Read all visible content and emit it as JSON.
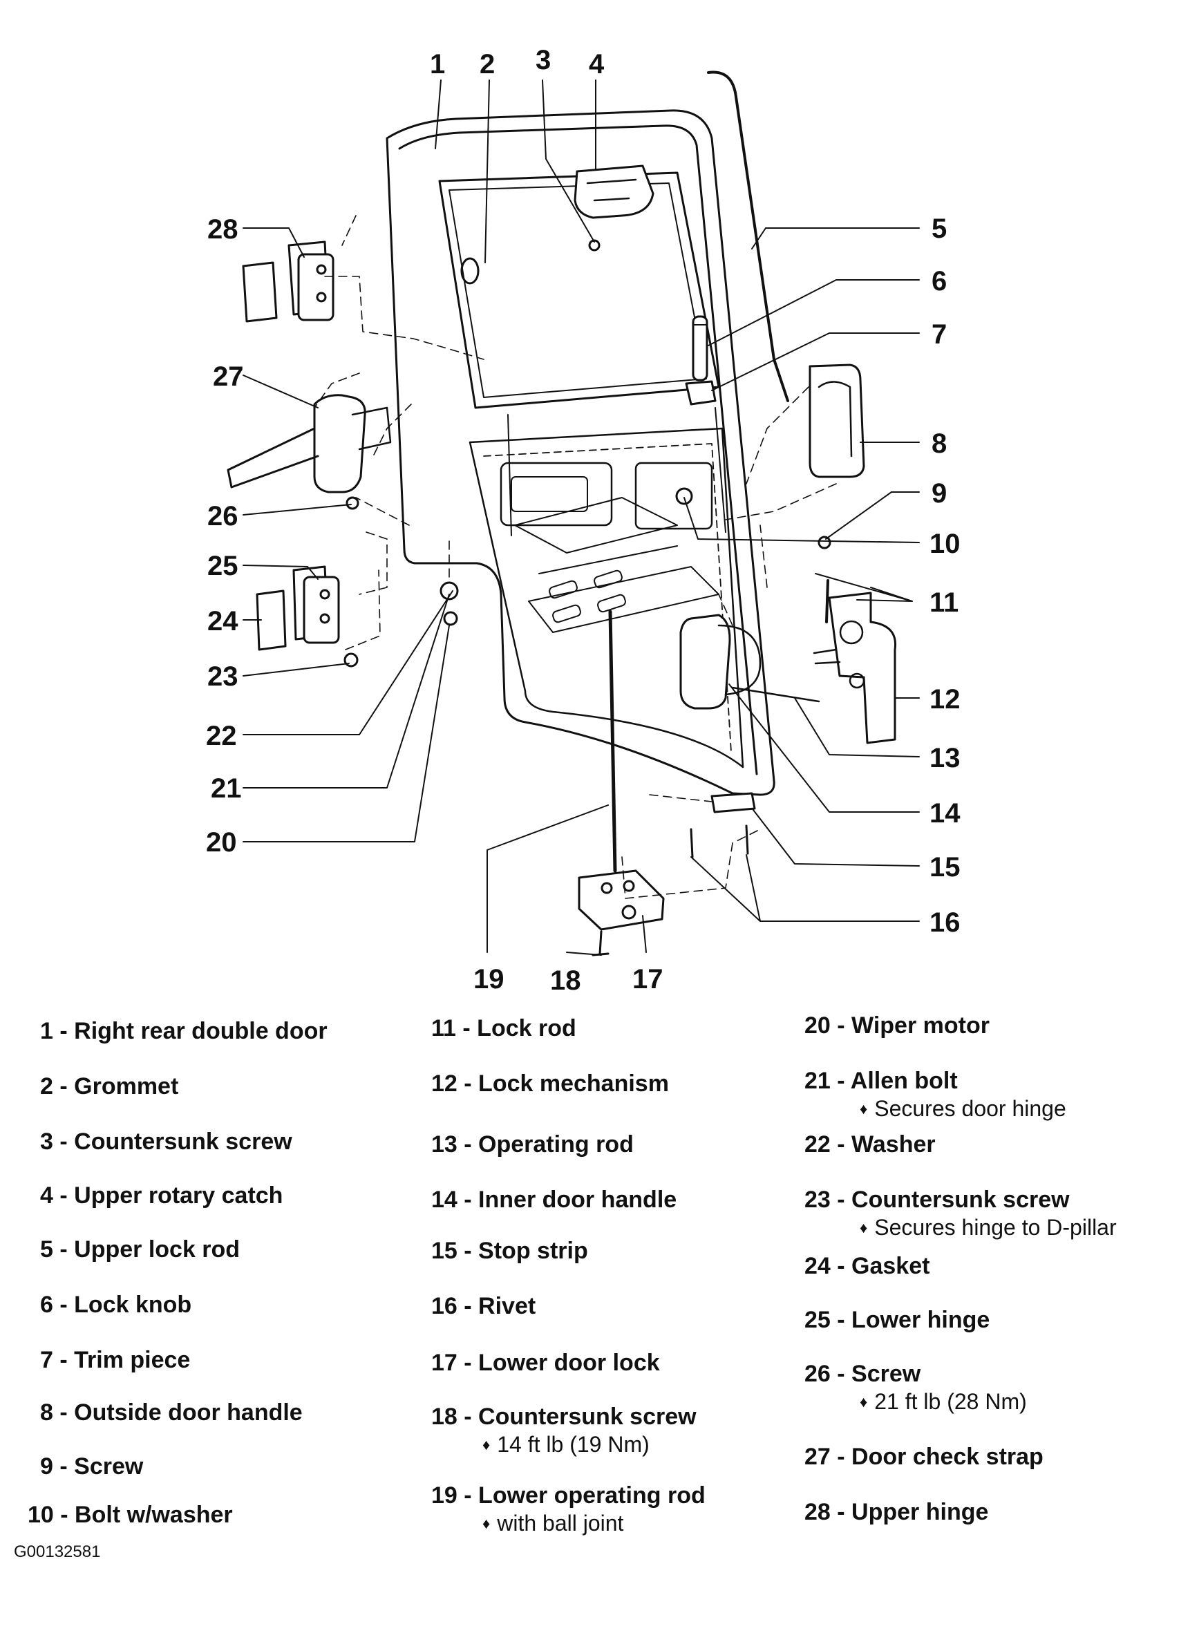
{
  "figure_id": "G00132581",
  "callouts": [
    "1",
    "2",
    "3",
    "4",
    "5",
    "6",
    "7",
    "8",
    "9",
    "10",
    "11",
    "12",
    "13",
    "14",
    "15",
    "16",
    "17",
    "18",
    "19",
    "20",
    "21",
    "22",
    "23",
    "24",
    "25",
    "26",
    "27",
    "28"
  ],
  "legend": [
    {
      "num": "1",
      "name": "Right rear double door"
    },
    {
      "num": "2",
      "name": "Grommet"
    },
    {
      "num": "3",
      "name": "Countersunk screw"
    },
    {
      "num": "4",
      "name": "Upper rotary catch"
    },
    {
      "num": "5",
      "name": "Upper lock rod"
    },
    {
      "num": "6",
      "name": "Lock knob"
    },
    {
      "num": "7",
      "name": "Trim piece"
    },
    {
      "num": "8",
      "name": "Outside door handle"
    },
    {
      "num": "9",
      "name": "Screw"
    },
    {
      "num": "10",
      "name": "Bolt w/washer"
    },
    {
      "num": "11",
      "name": "Lock rod"
    },
    {
      "num": "12",
      "name": "Lock mechanism"
    },
    {
      "num": "13",
      "name": "Operating rod"
    },
    {
      "num": "14",
      "name": "Inner door handle"
    },
    {
      "num": "15",
      "name": "Stop strip"
    },
    {
      "num": "16",
      "name": "Rivet"
    },
    {
      "num": "17",
      "name": "Lower door lock"
    },
    {
      "num": "18",
      "name": "Countersunk screw",
      "note": "14 ft lb (19 Nm)"
    },
    {
      "num": "19",
      "name": "Lower operating rod",
      "note": "with ball joint"
    },
    {
      "num": "20",
      "name": "Wiper motor"
    },
    {
      "num": "21",
      "name": "Allen bolt",
      "note": "Secures door hinge"
    },
    {
      "num": "22",
      "name": "Washer"
    },
    {
      "num": "23",
      "name": "Countersunk screw",
      "note": "Secures hinge to D-pillar"
    },
    {
      "num": "24",
      "name": "Gasket"
    },
    {
      "num": "25",
      "name": "Lower hinge"
    },
    {
      "num": "26",
      "name": "Screw",
      "note": "21 ft lb (28 Nm)"
    },
    {
      "num": "27",
      "name": "Door check strap"
    },
    {
      "num": "28",
      "name": "Upper hinge"
    }
  ]
}
